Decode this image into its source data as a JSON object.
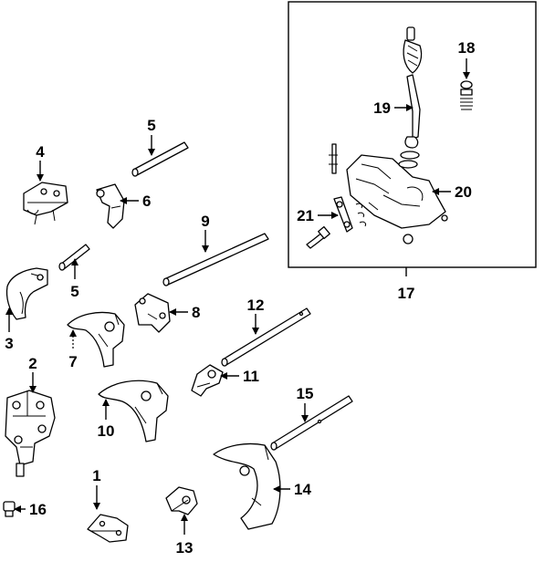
{
  "diagram": {
    "callouts": [
      {
        "id": "c1",
        "label": "1"
      },
      {
        "id": "c2",
        "label": "2"
      },
      {
        "id": "c3",
        "label": "3"
      },
      {
        "id": "c4",
        "label": "4"
      },
      {
        "id": "c5a",
        "label": "5"
      },
      {
        "id": "c5b",
        "label": "5"
      },
      {
        "id": "c6",
        "label": "6"
      },
      {
        "id": "c7",
        "label": "7"
      },
      {
        "id": "c8",
        "label": "8"
      },
      {
        "id": "c9",
        "label": "9"
      },
      {
        "id": "c10",
        "label": "10"
      },
      {
        "id": "c11",
        "label": "11"
      },
      {
        "id": "c12",
        "label": "12"
      },
      {
        "id": "c13",
        "label": "13"
      },
      {
        "id": "c14",
        "label": "14"
      },
      {
        "id": "c15",
        "label": "15"
      },
      {
        "id": "c16",
        "label": "16"
      },
      {
        "id": "c17",
        "label": "17"
      },
      {
        "id": "c18",
        "label": "18"
      },
      {
        "id": "c19",
        "label": "19"
      },
      {
        "id": "c20",
        "label": "20"
      },
      {
        "id": "c21",
        "label": "21"
      }
    ]
  }
}
